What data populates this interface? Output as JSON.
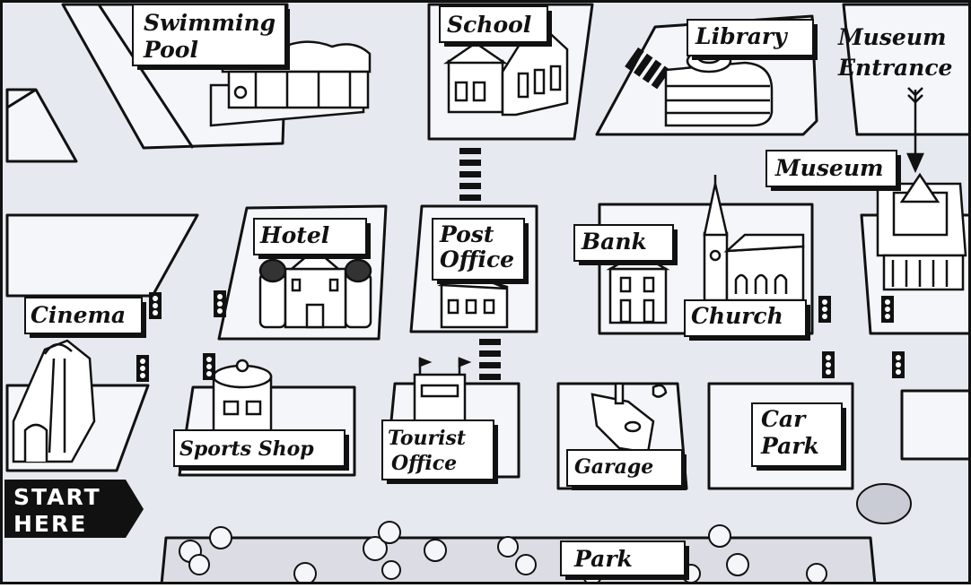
{
  "map": {
    "labels": {
      "swimming_pool_1": "Swimming",
      "swimming_pool_2": "Pool",
      "school": "School",
      "library": "Library",
      "museum_entrance_1": "Museum",
      "museum_entrance_2": "Entrance",
      "museum": "Museum",
      "hotel": "Hotel",
      "post_office_1": "Post",
      "post_office_2": "Office",
      "bank": "Bank",
      "church": "Church",
      "cinema": "Cinema",
      "sports_shop": "Sports Shop",
      "tourist_office_1": "Tourist",
      "tourist_office_2": "Office",
      "garage": "Garage",
      "car_park_1": "Car",
      "car_park_2": "Park",
      "park": "Park",
      "start_1": "START",
      "start_2": "HERE"
    },
    "colors": {
      "road": "#e6e9ef",
      "block": "#f4f6f9",
      "ink": "#111111",
      "label_bg": "#ffffff",
      "park": "#dcdde4",
      "start_bg": "#111111"
    },
    "icons": [
      "traffic-light-icon",
      "tree-icon",
      "arrow-down-icon",
      "crosswalk-icon"
    ]
  }
}
